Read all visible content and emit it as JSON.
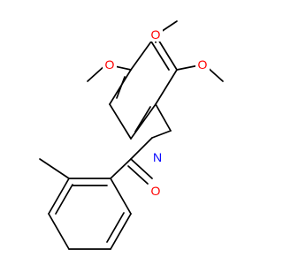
{
  "molecule": {
    "atom_labels": {
      "methoxy_o_left": "O",
      "methoxy_o_top": "O",
      "methoxy_o_right": "O",
      "amide_n": "N",
      "carbonyl_o": "O"
    },
    "colors": {
      "bond": "#000000",
      "oxygen": "#ff0000",
      "nitrogen": "#0000ff"
    }
  }
}
